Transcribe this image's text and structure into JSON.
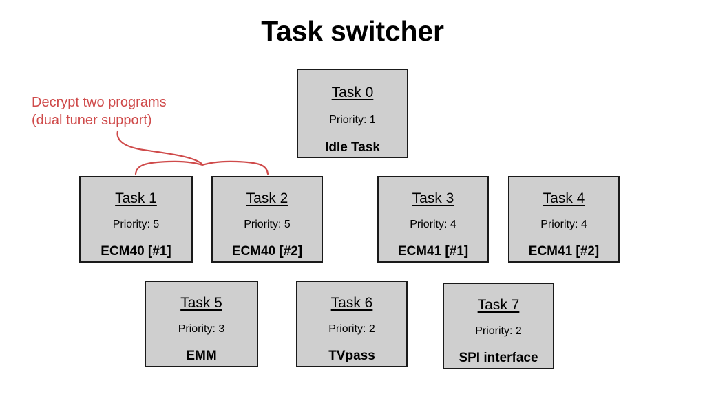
{
  "slide": {
    "title": "Task switcher",
    "background_color": "#ffffff"
  },
  "theme": {
    "box_fill": "#cfcfcf",
    "box_border": "#1a1a1a",
    "text_color": "#000000",
    "annotation_color": "#cf4a4a"
  },
  "annotation": {
    "name": "decrypt-note",
    "line1": "Decrypt two programs",
    "line2": "(dual tuner support)",
    "color": "#cf4a4a",
    "points_to": [
      "task-1",
      "task-2"
    ]
  },
  "tasks": [
    {
      "id": "task-0",
      "title": "Task 0",
      "priority_label": "Priority: 1",
      "name": "Idle Task"
    },
    {
      "id": "task-1",
      "title": "Task 1",
      "priority_label": "Priority: 5",
      "name": "ECM40 [#1]"
    },
    {
      "id": "task-2",
      "title": "Task 2",
      "priority_label": "Priority: 5",
      "name": "ECM40 [#2]"
    },
    {
      "id": "task-3",
      "title": "Task 3",
      "priority_label": "Priority: 4",
      "name": "ECM41 [#1]"
    },
    {
      "id": "task-4",
      "title": "Task 4",
      "priority_label": "Priority: 4",
      "name": "ECM41 [#2]"
    },
    {
      "id": "task-5",
      "title": "Task 5",
      "priority_label": "Priority: 3",
      "name": "EMM"
    },
    {
      "id": "task-6",
      "title": "Task 6",
      "priority_label": "Priority: 2",
      "name": "TVpass"
    },
    {
      "id": "task-7",
      "title": "Task 7",
      "priority_label": "Priority: 2",
      "name": "SPI interface"
    }
  ]
}
